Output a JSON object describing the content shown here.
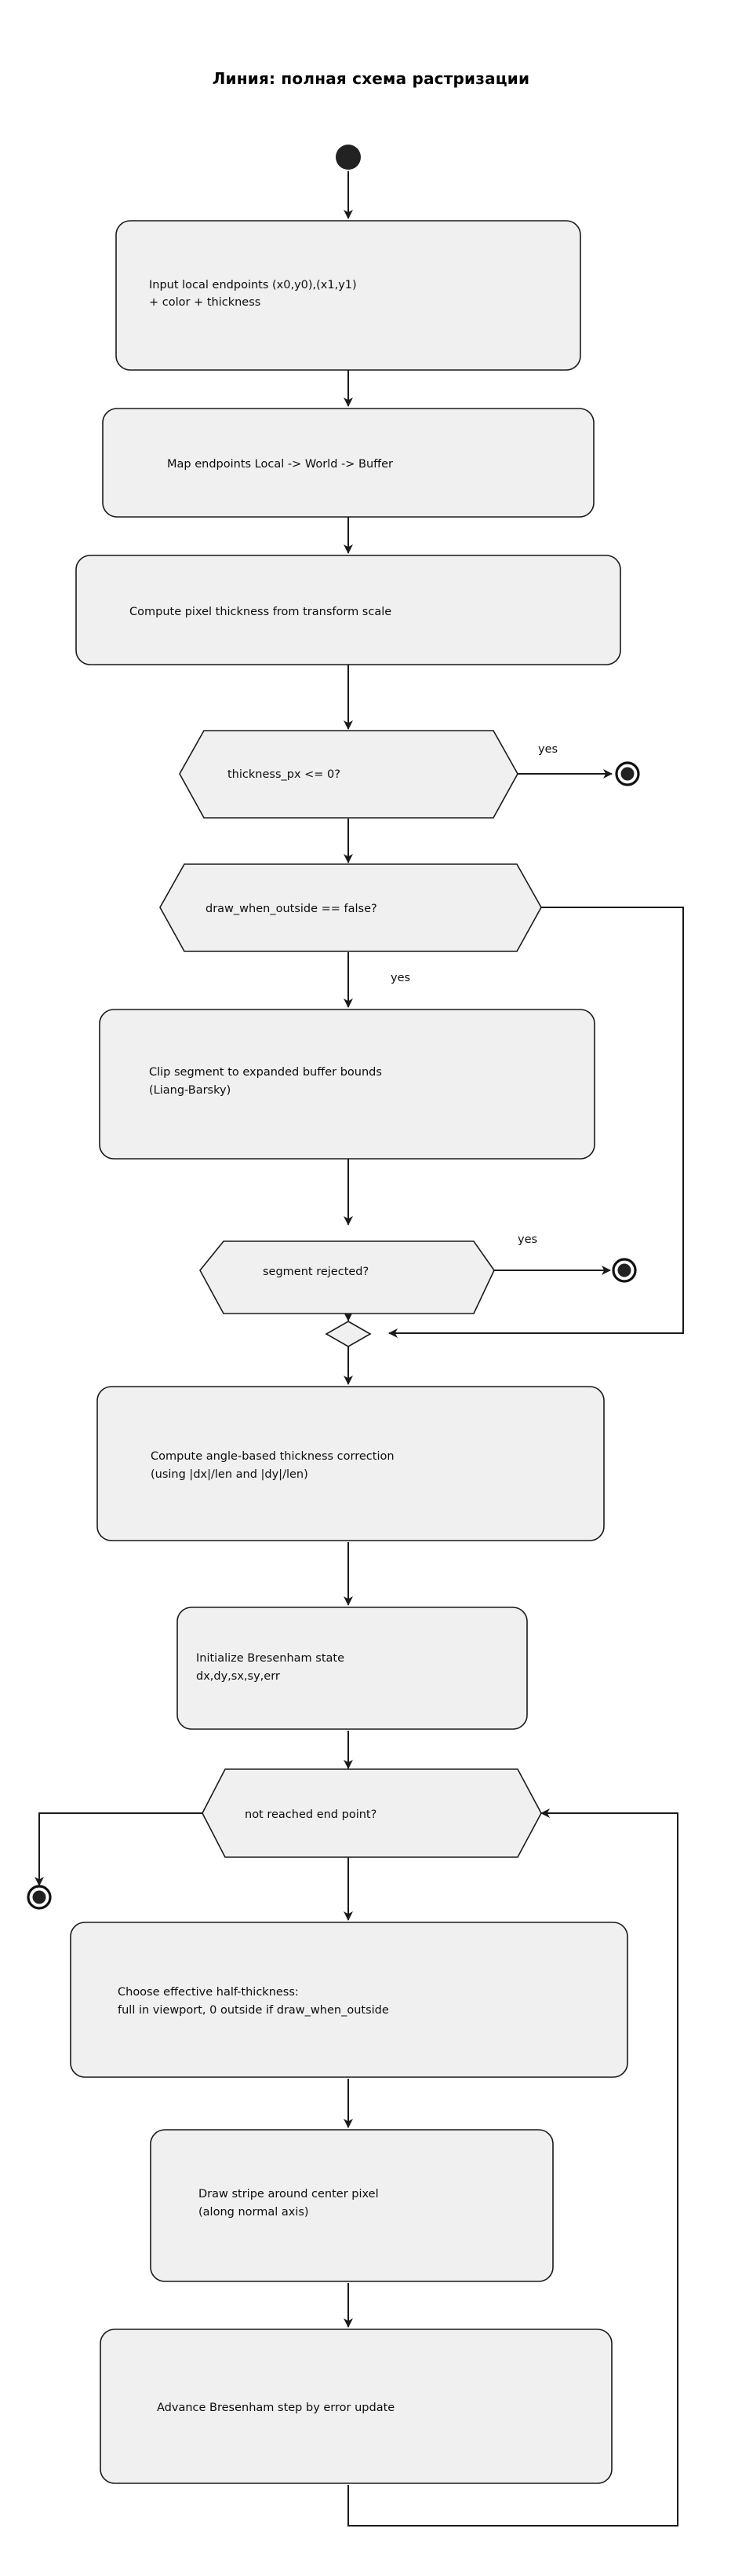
{
  "diagram": {
    "title": "Линия: полная схема растризации",
    "type": "flowchart",
    "background": "#ffffff",
    "node_fill": "#f0f0f0",
    "node_stroke": "#1a1a1a",
    "marker_color": "#222222",
    "nodes": [
      {
        "id": "start",
        "shape": "start-circle",
        "label": ""
      },
      {
        "id": "n1",
        "shape": "rounded-rect",
        "label": "Input local endpoints (x0,y0),(x1,y1)\n+ color + thickness"
      },
      {
        "id": "n2",
        "shape": "rounded-rect",
        "label": "Map endpoints Local -> World -> Buffer"
      },
      {
        "id": "n3",
        "shape": "rounded-rect",
        "label": "Compute pixel thickness from transform scale"
      },
      {
        "id": "d1",
        "shape": "hexagon",
        "label": "thickness_px <= 0?"
      },
      {
        "id": "end1",
        "shape": "end-circle",
        "label": ""
      },
      {
        "id": "d2",
        "shape": "hexagon",
        "label": "draw_when_outside == false?"
      },
      {
        "id": "n4",
        "shape": "rounded-rect",
        "label": "Clip segment to expanded buffer bounds\n(Liang-Barsky)"
      },
      {
        "id": "d3",
        "shape": "hexagon",
        "label": "segment rejected?"
      },
      {
        "id": "end2",
        "shape": "end-circle",
        "label": ""
      },
      {
        "id": "m1",
        "shape": "merge-diamond",
        "label": ""
      },
      {
        "id": "n5",
        "shape": "rounded-rect",
        "label": "Compute angle-based thickness correction\n(using |dx|/len and |dy|/len)"
      },
      {
        "id": "n6",
        "shape": "rounded-rect",
        "label": "Initialize Bresenham state\ndx,dy,sx,sy,err"
      },
      {
        "id": "d4",
        "shape": "hexagon",
        "label": "not reached end point?"
      },
      {
        "id": "end3",
        "shape": "end-circle",
        "label": ""
      },
      {
        "id": "n7",
        "shape": "rounded-rect",
        "label": "Choose effective half-thickness:\nfull in viewport, 0 outside if draw_when_outside"
      },
      {
        "id": "n8",
        "shape": "rounded-rect",
        "label": "Draw stripe around center pixel\n(along normal axis)"
      },
      {
        "id": "n9",
        "shape": "rounded-rect",
        "label": "Advance Bresenham step by error update"
      }
    ],
    "edge_labels": {
      "d1_yes": "yes",
      "d2_yes": "yes",
      "d3_yes": "yes"
    },
    "node_text": {
      "n1_line1": "Input local endpoints (x0,y0),(x1,y1)",
      "n1_line2": "+ color + thickness",
      "n2_line1": "Map endpoints Local -> World -> Buffer",
      "n3_line1": "Compute pixel thickness from transform scale",
      "d1_line1": "thickness_px <= 0?",
      "d2_line1": "draw_when_outside == false?",
      "n4_line1": "Clip segment to expanded buffer bounds",
      "n4_line2": "(Liang-Barsky)",
      "d3_line1": "segment rejected?",
      "n5_line1": "Compute angle-based thickness correction",
      "n5_line2": "(using |dx|/len and |dy|/len)",
      "n6_line1": "Initialize Bresenham state",
      "n6_line2": "dx,dy,sx,sy,err",
      "d4_line1": "not reached end point?",
      "n7_line1": "Choose effective half-thickness:",
      "n7_line2": "full in viewport, 0 outside if draw_when_outside",
      "n8_line1": "Draw stripe around center pixel",
      "n8_line2": "(along normal axis)",
      "n9_line1": "Advance Bresenham step by error update"
    }
  }
}
